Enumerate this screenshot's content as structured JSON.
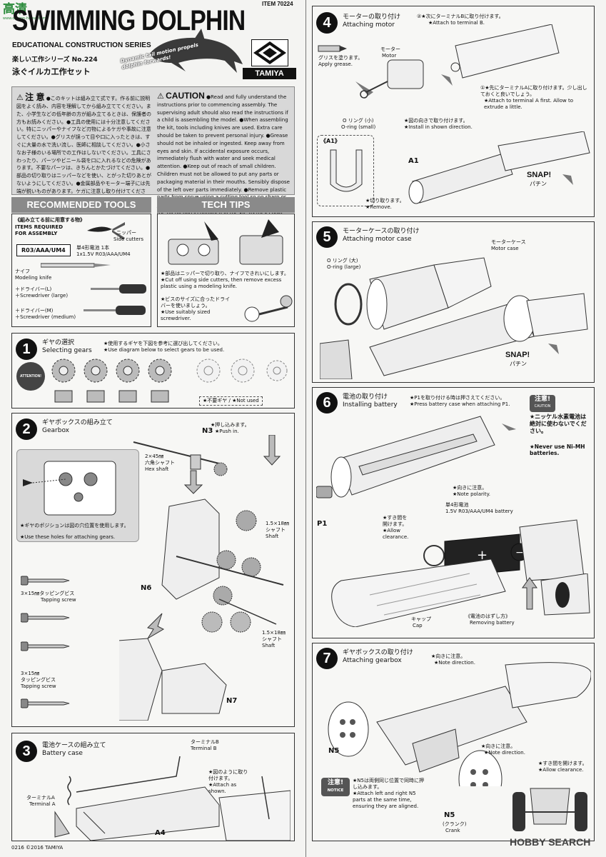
{
  "header": {
    "watermark_cn": "高清",
    "watermark_url": "www.dragon-house.com",
    "item_number": "ITEM 70224",
    "title": "SWIMMING DOLPHIN",
    "series_en": "EDUCATIONAL CONSTRUCTION SERIES",
    "series_jp": "楽しい工作シリーズ No.224",
    "product_jp": "泳ぐイルカ工作セット",
    "tagline": "Dynamic tail motion propels dolphin forwards!",
    "brand": "TAMIYA"
  },
  "caution": {
    "jp_title": "注 意",
    "jp_text": "●このキットは組み立て式です。作る前に説明図をよく読み、内容を理解してから組み立ててください。また、小学生などの低年齢の方が組み立てるときは、保護者の方もお読みください。●工具の使用には十分注意してください。特にニッパーやナイフなど刃物によるケガや事故に注意してください。●グリスが誤って目や口に入ったときは、すぐに大量の水で洗い流し、医師に相談してください。●小さなお子様のいる場所での工作はしないでください。工具にさわったり、パーツやビニール袋を口に入れるなどの危険があります。不要なパーツは、きちんとかたづけてください。●部品の切り取りはニッパーなどを使い、とがった切りあとがないようにしてください。●金属部品やモーター端子には先端が鋭いものがあります。ケガに注意し取り付けてください。",
    "en_title": "CAUTION",
    "en_text": "●Read and fully understand the instructions prior to commencing assembly. The supervising adult should also read the instructions if a child is assembling the model. ●When assembling the kit, tools including knives are used. Extra care should be taken to prevent personal injury. ●Grease should not be inhaled or ingested. Keep away from eyes and skin. If accidental exposure occurs, immediately flush with water and seek medical attention. ●Keep out of reach of small children. Children must not be allowed to put any parts or packaging material in their mouths. Sensibly dispose of the left over parts immediately. ●Remove plastic parts from sprue using a cutting tool so no sharp or jagged edges remain. ●Care should be taken with the metal parts contained in the kit, as they could have sharp points and/or edges."
  },
  "tools": {
    "header": "RECOMMENDED TOOLS",
    "jp": "《組み立てる前に用意する物》",
    "en": "ITEMS REQUIRED FOR ASSEMBLY",
    "battery_box": "R03/AAA/UM4",
    "battery_jp": "単4形電池 1本",
    "battery_en": "1x1.5V R03/AAA/UM4",
    "nipper_jp": "ニッパー",
    "nipper_en": "Side cutters",
    "knife_jp": "ナイフ",
    "knife_en": "Modeling knife",
    "driver_l_jp": "＋ドライバー(L)",
    "driver_l_en": "＋Screwdriver (large)",
    "driver_m_jp": "＋ドライバー(M)",
    "driver_m_en": "＋Screwdriver (medium)"
  },
  "tips": {
    "header": "TECH TIPS",
    "tip1_jp": "★部品はニッパーで切り取り、ナイフできれいにします。",
    "tip1_en": "★Cut off using side cutters, then remove excess plastic using a modeling knife.",
    "tip2_jp": "★ビスのサイズに合ったドライバーを使いましょう。",
    "tip2_en": "★Use suitably sized screwdriver."
  },
  "step1": {
    "num": "1",
    "jp": "ギヤの選択",
    "en": "Selecting gears",
    "note_jp": "★使用するギヤを下図を参考に選び出してください。",
    "note_en": "★Use diagram below to select gears to be used.",
    "attention": "ATTENTION!",
    "notused": "★不要ギヤ / ★Not used"
  },
  "step2": {
    "num": "2",
    "jp": "ギヤボックスの組み立て",
    "en": "Gearbox",
    "n3": "N3",
    "push_jp": "★押し込みます。",
    "push_en": "★Push in.",
    "hex_size": "2×45㎜",
    "hex_jp": "六角シャフト",
    "hex_en": "Hex shaft",
    "hole_jp": "★ギヤのポジションは図の穴位置を使用します。",
    "hole_en": "★Use these holes for attaching gears.",
    "shaft1_size": "1.5×18㎜",
    "shaft1_jp": "シャフト",
    "shaft1_en": "Shaft",
    "n6": "N6",
    "screw1_size": "3×15㎜タッピングビス",
    "screw1_en": "Tapping screw",
    "shaft2_size": "1.5×18㎜",
    "shaft2_jp": "シャフト",
    "shaft2_en": "Shaft",
    "screw2_size": "3×15㎜",
    "screw2_jp": "タッピングビス",
    "screw2_en": "Tapping screw",
    "n7": "N7"
  },
  "step3": {
    "num": "3",
    "jp": "電池ケースの組み立て",
    "en": "Battery case",
    "termb_jp": "ターミナルB",
    "termb_en": "Terminal B",
    "terma_jp": "ターミナルA",
    "terma_en": "Terminal A",
    "attach_jp": "★図のように取り付けます。",
    "attach_en": "★Attach as shown.",
    "a4": "A4"
  },
  "step4": {
    "num": "4",
    "jp": "モーターの取り付け",
    "en": "Attaching motor",
    "two_jp": "②★次にターミナルBに取り付けます。",
    "two_en": "★Attach to terminal B.",
    "grease_jp": "グリスを塗ります。",
    "grease_en": "Apply grease.",
    "motor_jp": "モーター",
    "motor_en": "Motor",
    "one_jp": "①★先にターミナルAに取り付けます。少し出しておくと良いでしょう。",
    "one_en": "★Attach to terminal A first. Allow to extrude a little.",
    "oring_jp": "O リング (小)",
    "oring_en": "O-ring (small)",
    "dir_jp": "★図の向きで取り付けます。",
    "dir_en": "★Install in shown direction.",
    "a1box": "《A1》",
    "a1": "A1",
    "cut_jp": "★切り取ります。",
    "cut_en": "★Remove.",
    "snap": "SNAP!",
    "snap_jp": "パチン"
  },
  "step5": {
    "num": "5",
    "jp": "モーターケースの取り付け",
    "en": "Attaching motor case",
    "case_jp": "モーターケース",
    "case_en": "Motor case",
    "oring_jp": "O リング (大)",
    "oring_en": "O-ring (large)",
    "snap": "SNAP!",
    "snap_jp": "パチン"
  },
  "step6": {
    "num": "6",
    "jp": "電池の取り付け",
    "en": "Installing battery",
    "p1_jp": "★P1を取り付ける時は押さえてください。",
    "p1_en": "★Press battery case when attaching P1.",
    "warn_head": "注意!",
    "warn_sub": "CAUTION",
    "warn_jp": "★ニッケル水素電池は絶対に使わないでください。",
    "warn_en": "★Never use Ni-MH batteries.",
    "polarity_jp": "★向きに注意。",
    "polarity_en": "★Note polarity.",
    "batt_jp": "単4形電池",
    "batt_en": "1.5V R03/AAA/UM4 battery",
    "p1": "P1",
    "gap_jp": "★すき間を開けます。",
    "gap_en": "★Allow clearance.",
    "cap_jp": "キャップ",
    "cap_en": "Cap",
    "remove_jp": "《電池のはずし方》",
    "remove_en": "Removing battery"
  },
  "step7": {
    "num": "7",
    "jp": "ギヤボックスの取り付け",
    "en": "Attaching gearbox",
    "dir1_jp": "★向きに注意。",
    "dir1_en": "★Note direction.",
    "n5": "N5",
    "dir2_jp": "★向きに注意。",
    "dir2_en": "★Note direction.",
    "clear_jp": "★すき間を開けます。",
    "clear_en": "★Allow clearance.",
    "notice_head": "注意!",
    "notice_sub": "NOTICE",
    "notice_jp": "★N5は両側同じ位置で同時に押し込みます。",
    "notice_en": "★Attach left and right N5 parts at the same time, ensuring they are aligned.",
    "n5b": "N5",
    "crank_jp": "(クランク)",
    "crank_en": "Crank"
  },
  "footer": {
    "code": "0216 ©2016 TAMIYA",
    "search": "HOBBY SEARCH"
  }
}
